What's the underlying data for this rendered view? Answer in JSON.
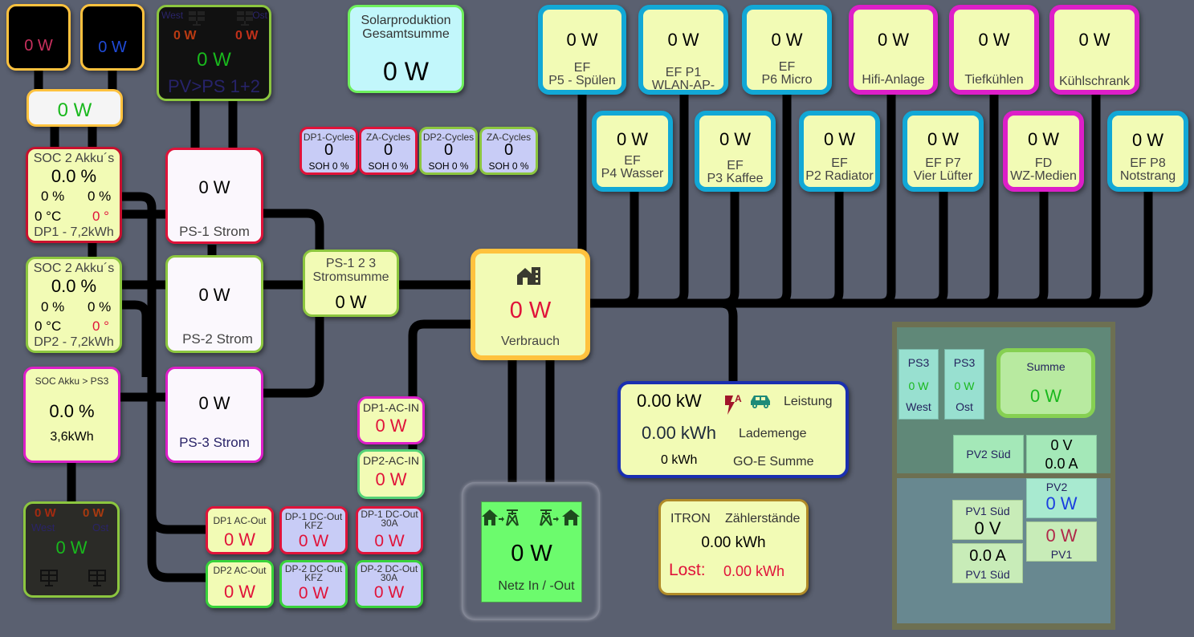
{
  "top_left": {
    "box1_value": "0 W",
    "box2_value": "0 W",
    "sum_value": "0 W"
  },
  "pv_ps12": {
    "west_label": "West",
    "ost_label": "Ost",
    "west_value": "0 W",
    "ost_value": "0 W",
    "total_value": "0 W",
    "title": "PV>PS 1+2"
  },
  "solar_total": {
    "title_line1": "Solarproduktion",
    "title_line2": "Gesamtsumme",
    "value": "0 W"
  },
  "cycles": [
    {
      "label": "DP1-Cycles",
      "value": "0",
      "soh": "SOH 0 %"
    },
    {
      "label": "ZA-Cycles",
      "value": "0",
      "soh": "SOH 0 %"
    },
    {
      "label": "DP2-Cycles",
      "value": "0",
      "soh": "SOH 0 %"
    },
    {
      "label": "ZA-Cycles",
      "value": "0",
      "soh": "SOH 0 %"
    }
  ],
  "soc_dp1": {
    "title": "SOC 2 Akku´s",
    "percent": "0.0 %",
    "left_percent": "0 %",
    "right_percent": "0 %",
    "temp": "0 °C",
    "temp2": "0 °",
    "name": "DP1 - 7,2kWh"
  },
  "soc_dp2": {
    "title": "SOC 2 Akku´s",
    "percent": "0.0 %",
    "left_percent": "0 %",
    "right_percent": "0 %",
    "temp": "0 °C",
    "temp2": "0 °",
    "name": "DP2 - 7,2kWh"
  },
  "soc_ps3": {
    "title": "SOC Akku > PS3",
    "percent": "0.0 %",
    "capacity": "3,6kWh"
  },
  "ps_strom": [
    {
      "value": "0 W",
      "label": "PS-1 Strom"
    },
    {
      "value": "0 W",
      "label": "PS-2 Strom"
    },
    {
      "value": "0 W",
      "label": "PS-3 Strom"
    }
  ],
  "pv_ps3_small": {
    "west_value": "0 W",
    "ost_value": "0 W",
    "west_label": "West",
    "ost_label": "Ost",
    "total_value": "0 W"
  },
  "stromsumme": {
    "line1": "PS-1 2 3",
    "line2": "Stromsumme",
    "value": "0 W"
  },
  "verbrauch": {
    "icon": "house-building-icon",
    "value": "0 W",
    "label": "Verbrauch"
  },
  "ac_in": [
    {
      "label": "DP1-AC-IN",
      "value": "0 W"
    },
    {
      "label": "DP2-AC-IN",
      "value": "0 W"
    }
  ],
  "outputs": [
    {
      "label": "DP1 AC-Out",
      "label2": "",
      "value": "0 W"
    },
    {
      "label": "DP-1 DC-Out",
      "label2": "KFZ",
      "value": "0 W"
    },
    {
      "label": "DP-1 DC-Out",
      "label2": "30A",
      "value": "0 W"
    },
    {
      "label": "DP2 AC-Out",
      "label2": "",
      "value": "0 W"
    },
    {
      "label": "DP-2 DC-Out",
      "label2": "KFZ",
      "value": "0 W"
    },
    {
      "label": "DP-2 DC-Out",
      "label2": "30A",
      "value": "0 W"
    }
  ],
  "netz": {
    "value": "0 W",
    "label": "Netz In / -Out",
    "icon_left": "house-to-grid-icon",
    "icon_right": "grid-to-house-icon"
  },
  "consumers_top": [
    {
      "value": "0 W",
      "line1": "EF",
      "line2": "P5 - Spülen"
    },
    {
      "value": "0 W",
      "line1": "EF P1",
      "line2": "WLAN-AP-UG"
    },
    {
      "value": "0 W",
      "line1": "EF",
      "line2": "P6 Micro"
    },
    {
      "value": "0 W",
      "line1": "",
      "line2": "Hifi-Anlage"
    },
    {
      "value": "0 W",
      "line1": "",
      "line2": "Tiefkühlen"
    },
    {
      "value": "0 W",
      "line1": "",
      "line2": "Kühlschrank"
    }
  ],
  "consumers_bottom": [
    {
      "value": "0 W",
      "line1": "EF",
      "line2": "P4 Wasser"
    },
    {
      "value": "0 W",
      "line1": "EF",
      "line2": "P3 Kaffee"
    },
    {
      "value": "0 W",
      "line1": "EF",
      "line2": "P2 Radiator"
    },
    {
      "value": "0 W",
      "line1": "EF P7",
      "line2": "Vier Lüfter"
    },
    {
      "value": "0 W",
      "line1": "FD",
      "line2": "WZ-Medien"
    },
    {
      "value": "0 W",
      "line1": "EF P8",
      "line2": "Notstrang"
    }
  ],
  "wallbox": {
    "power": "0.00 kW",
    "power_label": "Leistung",
    "charged": "0.00 kWh",
    "charged_label": "Lademenge",
    "total": "0 kWh",
    "total_label": "GO-E Summe",
    "icons": [
      "charging-bolt-icon",
      "car-icon"
    ]
  },
  "itron": {
    "title": "ITRON",
    "title2": "Zählerstände",
    "value": "0.00 kWh",
    "lost_label": "Lost:",
    "lost_value": "0.00 kWh"
  },
  "pv_panel": {
    "ps3_west": {
      "title": "PS3",
      "value": "0 W",
      "label": "West"
    },
    "ps3_ost": {
      "title": "PS3",
      "value": "0 W",
      "label": "Ost"
    },
    "summe": {
      "label": "Summe",
      "value": "0 W"
    },
    "pv2_sued": {
      "label": "PV2 Süd",
      "voltage": "0 V",
      "current": "0.0 A"
    },
    "pv2": {
      "label": "PV2",
      "value": "0 W"
    },
    "pv1_sued_v": {
      "label": "PV1 Süd",
      "value": "0 V"
    },
    "pv1_sued_a": {
      "value": "0.0 A",
      "label": "PV1 Süd"
    },
    "pv1": {
      "value": "0 W",
      "label": "PV1"
    }
  }
}
